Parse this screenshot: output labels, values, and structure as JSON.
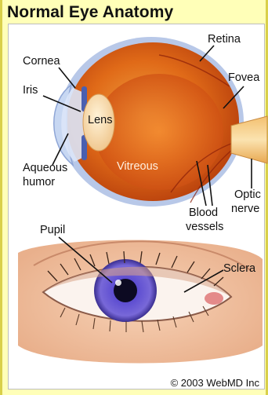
{
  "title": "Normal Eye Anatomy",
  "labels": {
    "cornea": "Cornea",
    "retina": "Retina",
    "iris": "Iris",
    "fovea": "Fovea",
    "lens": "Lens",
    "aqueous_line1": "Aqueous",
    "aqueous_line2": "humor",
    "vitreous": "Vitreous",
    "optic_line1": "Optic",
    "optic_line2": "nerve",
    "blood_line1": "Blood",
    "blood_line2": "vessels",
    "pupil": "Pupil",
    "sclera": "Sclera"
  },
  "copyright": "© 2003 WebMD Inc",
  "colors": {
    "background": "#ffffb8",
    "eyeball": "#e2731c",
    "iris": "#5a4fb0",
    "skin": "#f2c3a4"
  }
}
